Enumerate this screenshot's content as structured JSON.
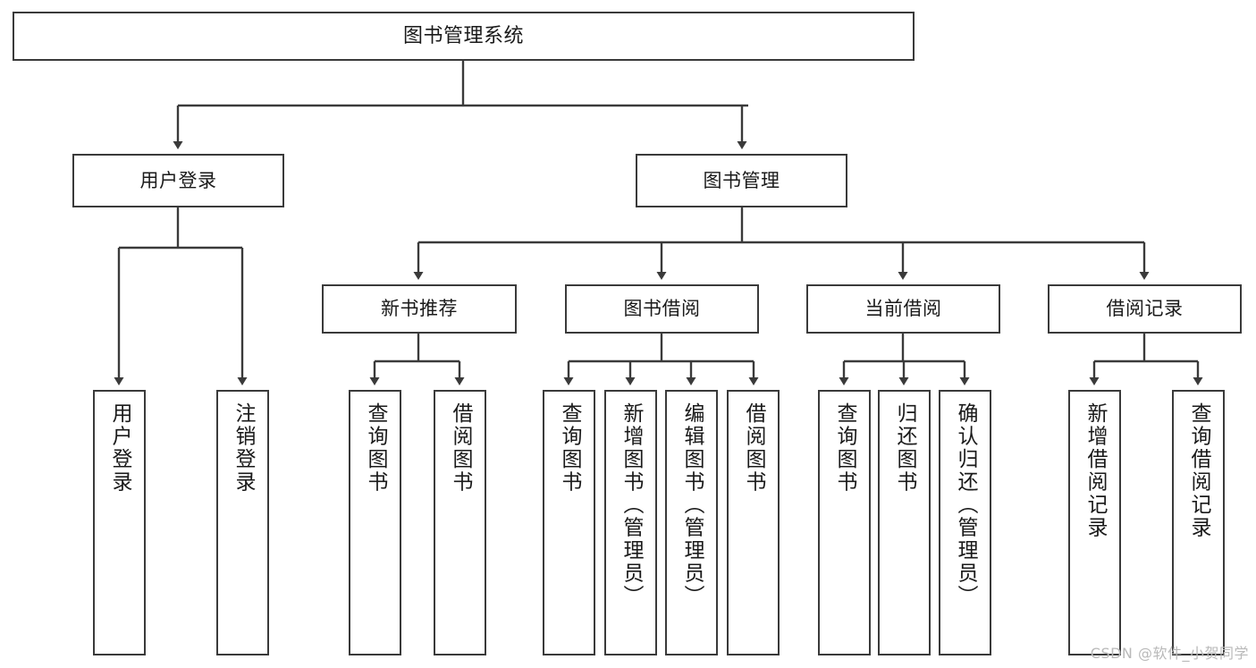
{
  "diagram": {
    "title": "图书管理系统",
    "type": "tree-hierarchy",
    "watermark": "CSDN @软件_小贺同学",
    "colors": {
      "box_border": "#3a3a3a",
      "box_fill": "#ffffff",
      "connector": "#3a3a3a",
      "text": "#1a1a1a",
      "watermark": "#b9b9b9",
      "background": "#ffffff"
    }
  },
  "nodes": {
    "root": {
      "label": "图书管理系统"
    },
    "level1": [
      {
        "id": "user-login",
        "label": "用户登录"
      },
      {
        "id": "book-manage",
        "label": "图书管理"
      }
    ],
    "level2": [
      {
        "id": "new-book-recommend",
        "label": "新书推荐"
      },
      {
        "id": "book-borrow",
        "label": "图书借阅"
      },
      {
        "id": "current-borrow",
        "label": "当前借阅"
      },
      {
        "id": "borrow-record",
        "label": "借阅记录"
      }
    ],
    "leaves": [
      {
        "id": "leaf-user-login",
        "label": "用户登录",
        "parent": "user-login"
      },
      {
        "id": "leaf-logout-login",
        "label": "注销登录",
        "parent": "user-login"
      },
      {
        "id": "leaf-query-book-1",
        "label": "查询图书",
        "parent": "new-book-recommend"
      },
      {
        "id": "leaf-borrow-book-1",
        "label": "借阅图书",
        "parent": "new-book-recommend"
      },
      {
        "id": "leaf-query-book-2",
        "label": "查询图书",
        "parent": "book-borrow"
      },
      {
        "id": "leaf-add-book",
        "label": "新增图书（管理员）",
        "parent": "book-borrow"
      },
      {
        "id": "leaf-edit-book",
        "label": "编辑图书（管理员）",
        "parent": "book-borrow"
      },
      {
        "id": "leaf-borrow-book-2",
        "label": "借阅图书",
        "parent": "book-borrow"
      },
      {
        "id": "leaf-query-book-3",
        "label": "查询图书",
        "parent": "current-borrow"
      },
      {
        "id": "leaf-return-book",
        "label": "归还图书",
        "parent": "current-borrow"
      },
      {
        "id": "leaf-confirm-return",
        "label": "确认归还（管理员）",
        "parent": "current-borrow"
      },
      {
        "id": "leaf-add-record",
        "label": "新增借阅记录",
        "parent": "borrow-record"
      },
      {
        "id": "leaf-query-record",
        "label": "查询借阅记录",
        "parent": "borrow-record"
      }
    ]
  }
}
